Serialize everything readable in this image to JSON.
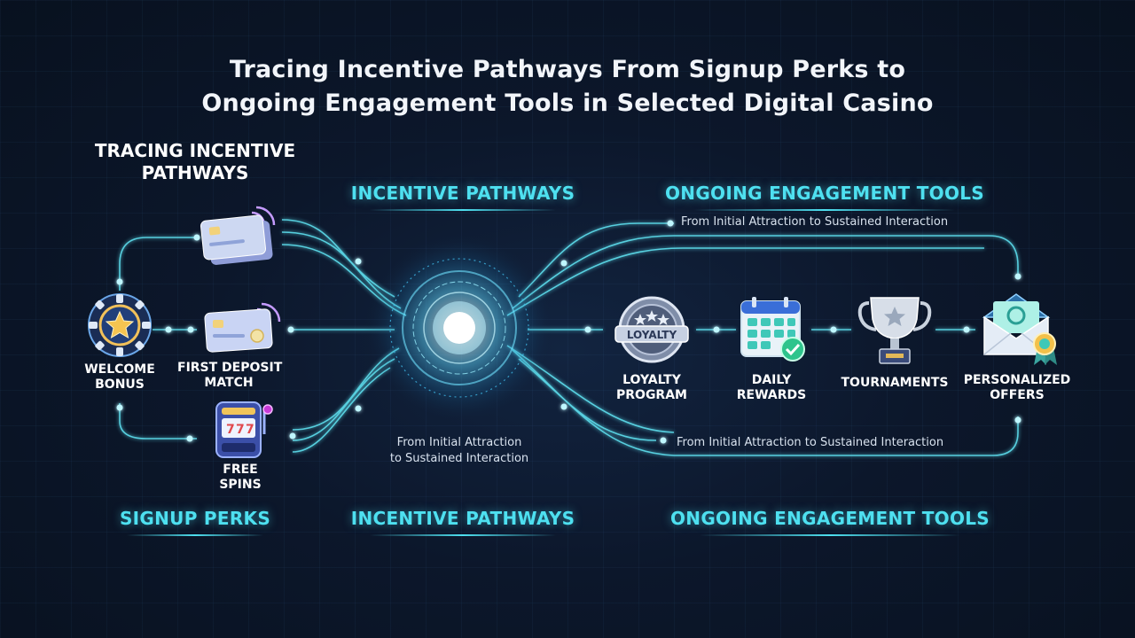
{
  "title": {
    "line1": "Tracing Incentive Pathways From Signup Perks to",
    "line2": "Ongoing Engagement Tools in Selected Digital Casino"
  },
  "left_heading": {
    "line1": "TRACING INCENTIVE",
    "line2": "PATHWAYS"
  },
  "section_headings": {
    "incentive_top": "INCENTIVE PATHWAYS",
    "engagement_top": "ONGOING ENGAGEMENT TOOLS",
    "signup_bottom": "SIGNUP PERKS",
    "incentive_bottom": "INCENTIVE PATHWAYS",
    "engagement_bottom": "ONGOING ENGAGEMENT TOOLS"
  },
  "signup_perks": {
    "welcome": {
      "line1": "WELCOME",
      "line2": "BONUS",
      "icon": "casino-chip-star-icon"
    },
    "deposit": {
      "line1": "FIRST DEPOSIT",
      "line2": "MATCH",
      "icon": "credit-card-icon"
    },
    "spins": {
      "line1": "FREE",
      "line2": "SPINS",
      "icon": "slot-machine-icon"
    },
    "card_top": {
      "icon": "credit-card-icon"
    }
  },
  "engagement_tools": [
    {
      "line1": "LOYALTY",
      "line2": "PROGRAM",
      "icon": "loyalty-badge-icon",
      "badge_text": "LOYALTY"
    },
    {
      "line1": "DAILY",
      "line2": "REWARDS",
      "icon": "calendar-check-icon"
    },
    {
      "line1": "TOURNAMENTS",
      "line2": "",
      "icon": "trophy-icon"
    },
    {
      "line1": "PERSONALIZED",
      "line2": "OFFERS",
      "icon": "envelope-badge-icon"
    }
  ],
  "captions": {
    "top_right": "From Initial Attraction to Sustained Interaction",
    "bottom_right": "From Initial Attraction to Sustained Interaction",
    "center_line1": "From Initial Attraction",
    "center_line2": "to Sustained Interaction"
  },
  "colors": {
    "accent": "#4ee0f0",
    "background": "#0b1424",
    "text": "#ffffff"
  }
}
